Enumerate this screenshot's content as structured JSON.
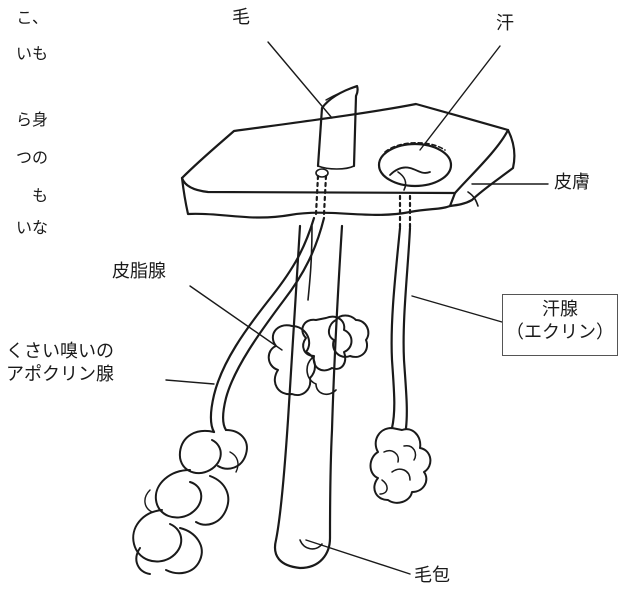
{
  "side_text": [
    "こ、",
    "いも",
    "ら身",
    "つの",
    "も",
    "いな"
  ],
  "labels": {
    "hair": "毛",
    "sweat": "汗",
    "skin": "皮膚",
    "sebaceous_gland": "皮脂腺",
    "eccrine_line1": "汗腺",
    "eccrine_line2": "（エクリン）",
    "apocrine_line1": "くさい嗅いの",
    "apocrine_line2": "アポクリン腺",
    "follicle": "毛包"
  },
  "colors": {
    "ink": "#1a1a1a",
    "paper": "#ffffff"
  }
}
